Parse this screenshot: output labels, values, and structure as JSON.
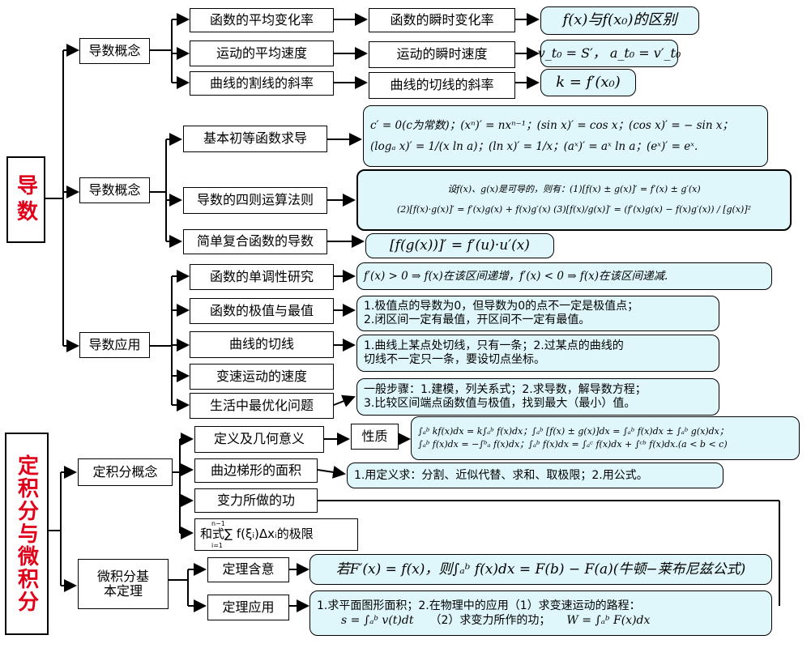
{
  "sections": {
    "derivative": "导数",
    "integral": "定积分与微积分"
  },
  "nodes": {
    "concept_a": "导数概念",
    "concept_b": "导数概念",
    "application": "导数应用",
    "avg_rate": "函数的平均变化率",
    "avg_speed": "运动的平均速度",
    "secant": "曲线的割线的斜率",
    "inst_rate": "函数的瞬时变化率",
    "inst_speed": "运动的瞬时速度",
    "tangent_slope": "曲线的切线的斜率",
    "basic_funcs": "基本初等函数求导",
    "four_rules": "导数的四则运算法则",
    "composite": "简单复合函数的导数",
    "monotonic": "函数的单调性研究",
    "extrema": "函数的极值与最值",
    "tangent_line": "曲线的切线",
    "variable_speed": "变速运动的速度",
    "optimization": "生活中最优化问题",
    "def_integral": "定积分概念",
    "def_meaning": "定义及几何意义",
    "property": "性质",
    "trapezoid_area": "曲边梯形的面积",
    "var_force_work": "变力所做的功",
    "sum_limit": "和式∑ f(ξᵢ)Δxᵢ的极限",
    "sum_limit_sup": "n−1",
    "sum_limit_sub": "i=1",
    "fundamental": "微积分基本定理",
    "theorem_meaning": "定理含意",
    "theorem_app": "定理应用"
  },
  "notes": {
    "diff_fx": "f(x)与f(x₀)的区别",
    "speed_def": "v_t₀ = S′，  a_t₀ = v′_t₀",
    "slope_def": "k = f′(x₀)",
    "basic_l1": "c′ = 0(c为常数)；(xⁿ)′ = nxⁿ⁻¹；(sin x)′ = cos x；(cos x)′ = − sin x；",
    "basic_l2": "(logₐ x)′ = 1/(x ln a)；(ln x)′ = 1/x；(aˣ)′ = aˣ ln a；(eˣ)′ = eˣ.",
    "rules_l1": "设f(x)、g(x)是可导的，则有：(1)[f(x) ± g(x)]′ = f′(x) ± g′(x)",
    "rules_l2": "(2)[f(x)·g(x)]′ = f′(x)g(x) + f(x)g′(x)  (3)[f(x)/g(x)]′ = (f′(x)g(x) − f(x)g′(x)) / [g(x)]²",
    "chain": "[f(g(x))]′ = f′(u)·u′(x)",
    "monotone": "f′(x) > 0 ⇒ f(x)在该区间递增，f′(x) < 0 ⇒ f(x)在该区间递减.",
    "extrema_l1": "1.极值点的导数为0，但导数为0的点不一定是极值点；",
    "extrema_l2": "2.闭区间一定有最值，开区间不一定有最值。",
    "tangent_l1": "1.曲线上某点处切线，只有一条；2.过某点的曲线的",
    "tangent_l2": "切线不一定只一条，要设切点坐标。",
    "optim_l1": "一般步骤：1.建模，列关系式；2.求导数，解导数方程；",
    "optim_l2": "3.比较区间端点函数值与极值，找到最大（最小）值。",
    "prop_l1": "∫ₐᵇ kf(x)dx = k∫ₐᵇ f(x)dx；∫ₐᵇ [f(x) ± g(x)]dx = ∫ₐᵇ f(x)dx ± ∫ₐᵇ g(x)dx；",
    "prop_l2": "∫ₐᵇ f(x)dx = −∫ᵇₐ f(x)dx；∫ₐᵇ f(x)dx = ∫ₐᶜ f(x)dx + ∫ᶜᵇ f(x)dx.(a < b < c)",
    "area_calc": "1.用定义求：分割、近似代替、求和、取极限；2.用公式。",
    "ftc": "若F′(x) = f(x)，则∫ₐᵇ f(x)dx = F(b) − F(a)(牛顿−莱布尼兹公式)",
    "app_l1": "1.求平面图形面积；2.在物理中的应用（1）求变速运动的路程：",
    "app_l2a": "s = ∫ₐᵇ v(t)dt",
    "app_l2b": "（2）求变力所作的功；",
    "app_l2c": "W = ∫ₐᵇ F(x)dx"
  }
}
